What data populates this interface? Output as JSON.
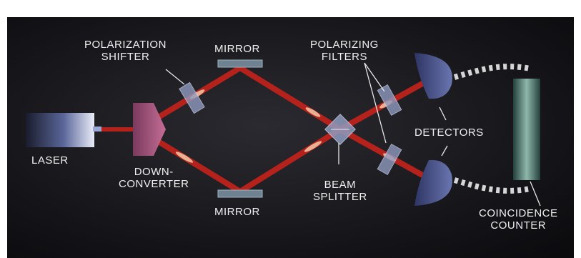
{
  "labels": {
    "polarization_shifter": [
      "POLARIZATION",
      "SHIFTER"
    ],
    "mirror_top": "MIRROR",
    "mirror_bottom": "MIRROR",
    "polarizing_filters": [
      "POLARIZING",
      "FILTERS"
    ],
    "laser": "LASER",
    "down_converter": [
      "DOWN-",
      "CONVERTER"
    ],
    "detectors": "DETECTORS",
    "beam_splitter": [
      "BEAM",
      "SPLITTER"
    ],
    "coincidence_counter": [
      "COINCIDENCE",
      "COUNTER"
    ]
  },
  "colors": {
    "background": "#0e0e11",
    "beam": "#b5221c",
    "beam_glow": "#f3c9a6",
    "optic": "#8f9bbf",
    "mirror": "#6f8291",
    "down_converter": "#b55d84",
    "detector": "#4f5a93",
    "counter": "#5a8a7e",
    "laser": "#7d8cc8",
    "text": "#f0f0f0",
    "leader": "#e8e8e8"
  }
}
